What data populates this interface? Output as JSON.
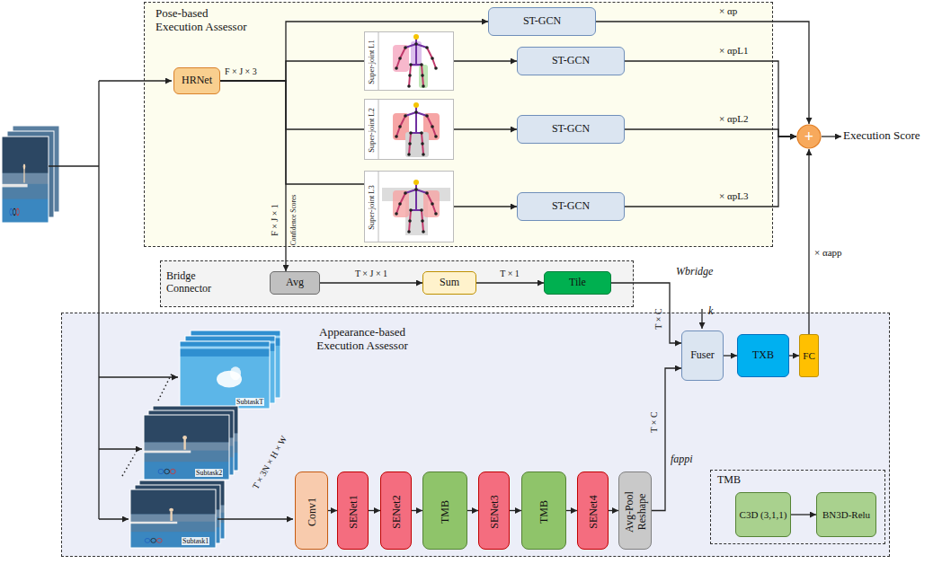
{
  "diagram": {
    "nodes": [
      {
        "text": [
          "Pose-based Execution Assessor"
        ]
      },
      {
        "text": [
          "HRNet"
        ],
        "in": 0
      },
      {
        "text": [
          "Super-joint L1"
        ],
        "in": 0
      },
      {
        "text": [
          "Super-joint L2"
        ],
        "in": 0
      },
      {
        "text": [
          "Super-joint L3"
        ],
        "in": 0
      },
      {
        "text": [
          "ST-GCN"
        ],
        "in": 0
      },
      {
        "text": [
          "ST-GCN"
        ],
        "in": 0
      },
      {
        "text": [
          "ST-GCN"
        ],
        "in": 0
      },
      {
        "text": [
          "ST-GCN"
        ],
        "in": 0
      },
      {
        "text": [
          "+"
        ]
      },
      {
        "text": [
          "Bridge Connector"
        ]
      },
      {
        "text": [
          "Avg"
        ],
        "in": 10
      },
      {
        "text": [
          "Sum"
        ],
        "in": 10
      },
      {
        "text": [
          "Tile"
        ],
        "in": 10
      },
      {
        "text": [
          "Appearance-based Execution Assessor"
        ]
      },
      {
        "text": [
          "Conv1"
        ],
        "in": 14
      },
      {
        "text": [
          "SENet1"
        ],
        "in": 14
      },
      {
        "text": [
          "SENet2"
        ],
        "in": 14
      },
      {
        "text": [
          "TMB"
        ],
        "in": 14
      },
      {
        "text": [
          "SENet3"
        ],
        "in": 14
      },
      {
        "text": [
          "TMB"
        ],
        "in": 14
      },
      {
        "text": [
          "SENet4"
        ],
        "in": 14
      },
      {
        "text": [
          "Avg-Pool Reshape"
        ],
        "in": 14
      },
      {
        "text": [
          "Fuser"
        ],
        "in": 14
      },
      {
        "text": [
          "TXB"
        ],
        "in": 14
      },
      {
        "text": [
          "FC"
        ],
        "in": 14
      },
      {
        "text": [
          "TMB"
        ],
        "in": 14
      },
      {
        "text": [
          "C3D (3,1,1)"
        ],
        "in": 26
      },
      {
        "text": [
          "BN3D-Relu"
        ],
        "in": 26
      }
    ],
    "edges": [
      {
        "from": 1,
        "to": 5,
        "arrow": "to"
      },
      {
        "from": 1,
        "to": 2,
        "arrow": "none"
      },
      {
        "from": 1,
        "to": 3,
        "arrow": "none"
      },
      {
        "from": 1,
        "to": 4,
        "arrow": "none"
      },
      {
        "from": 1,
        "to": 11,
        "arrow": "to"
      },
      {
        "from": 2,
        "to": 6,
        "arrow": "to"
      },
      {
        "from": 3,
        "to": 7,
        "arrow": "to"
      },
      {
        "from": 4,
        "to": 8,
        "arrow": "to"
      },
      {
        "from": 5,
        "to": 9,
        "label": "× αp",
        "arrow": "to"
      },
      {
        "from": 6,
        "to": 9,
        "label": "× αpL1",
        "arrow": "to"
      },
      {
        "from": 7,
        "to": 9,
        "label": "× αpL2",
        "arrow": "to"
      },
      {
        "from": 8,
        "to": 9,
        "label": "× αpL3",
        "arrow": "to"
      },
      {
        "from": 11,
        "to": 12,
        "label": "T × J × 1",
        "arrow": "to"
      },
      {
        "from": 12,
        "to": 13,
        "label": "T × 1",
        "arrow": "to"
      },
      {
        "from": 13,
        "to": 23,
        "label": "T × C",
        "arrow": "to"
      },
      {
        "from": 15,
        "to": 16,
        "arrow": "to"
      },
      {
        "from": 16,
        "to": 17,
        "arrow": "to"
      },
      {
        "from": 17,
        "to": 18,
        "arrow": "to"
      },
      {
        "from": 18,
        "to": 19,
        "arrow": "to"
      },
      {
        "from": 19,
        "to": 20,
        "arrow": "to"
      },
      {
        "from": 20,
        "to": 21,
        "arrow": "to"
      },
      {
        "from": 21,
        "to": 22,
        "arrow": "to"
      },
      {
        "from": 22,
        "to": 23,
        "label": "T × C",
        "arrow": "to"
      },
      {
        "from": 23,
        "to": 24,
        "arrow": "to"
      },
      {
        "from": 24,
        "to": 25,
        "arrow": "to"
      },
      {
        "from": 25,
        "to": 9,
        "label": "× αapp",
        "arrow": "to"
      },
      {
        "from": 27,
        "to": 28,
        "arrow": "to"
      }
    ],
    "labels": [
      "F × J × 3",
      "F × J × 1",
      "Confidence Scores",
      "Execution Score",
      "Wbridge",
      "k",
      "SubtaskT",
      "Subtask2",
      "Subtask1",
      "T × 3N × H × W",
      "fappi"
    ]
  }
}
